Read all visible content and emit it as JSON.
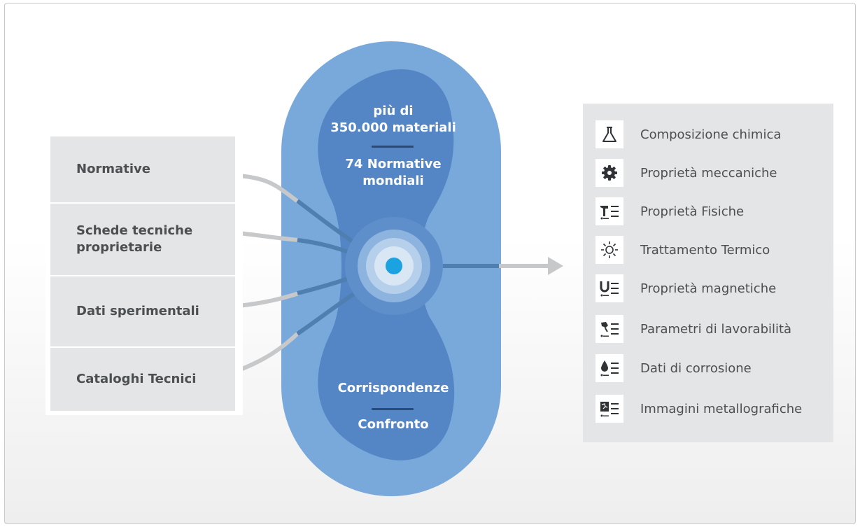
{
  "sources": [
    {
      "label": "Normative"
    },
    {
      "label": "Schede tecniche proprietarie"
    },
    {
      "label": "Dati sperimentali"
    },
    {
      "label": "Cataloghi Tecnici"
    }
  ],
  "center": {
    "top_line1": "più di",
    "top_line2": "350.000 materiali",
    "top_line3": "74 Normative",
    "top_line4": "mondiali",
    "bottom_line1": "Corrispondenze",
    "bottom_line2": "Confronto"
  },
  "results": [
    {
      "label": "Composizione chimica",
      "icon": "flask-icon"
    },
    {
      "label": "Proprietà meccaniche",
      "icon": "gear-icon"
    },
    {
      "label": "Proprietà Fisiche",
      "icon": "hammer-list-icon"
    },
    {
      "label": "Trattamento Termico",
      "icon": "sun-icon"
    },
    {
      "label": "Proprietà magnetiche",
      "icon": "magnet-list-icon"
    },
    {
      "label": "Parametri di lavorabilità",
      "icon": "drill-list-icon"
    },
    {
      "label": "Dati di corrosione",
      "icon": "drop-list-icon"
    },
    {
      "label": "Immagini metallografiche",
      "icon": "micrograph-list-icon"
    }
  ],
  "colors": {
    "outer_capsule": "#78a9da",
    "inner_shape": "#5486c6",
    "panel_gray": "#e4e5e6",
    "text_gray": "#4b4f52",
    "core_dot": "#1aa3e0",
    "arrow_gray": "#c7c8c9"
  }
}
